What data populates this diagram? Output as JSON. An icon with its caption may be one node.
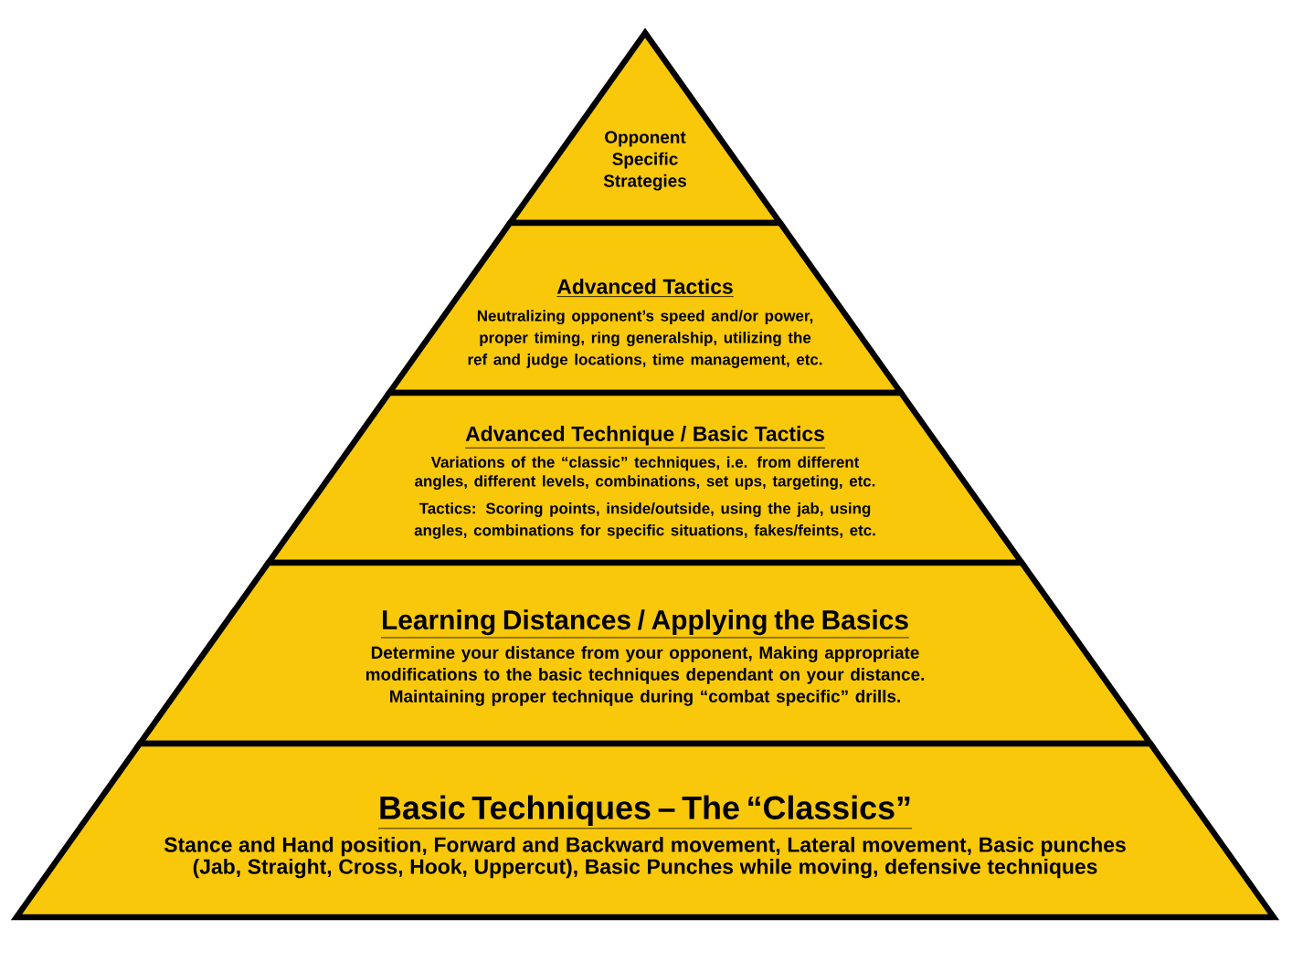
{
  "diagram": {
    "nodes": [
      {
        "text": [
          "Opponent Specific Strategies"
        ]
      },
      {
        "text": [
          "Advanced Tactics",
          "Neutralizing opponent’s speed and/or power, proper timing, ring generalship, utilizing the ref and judge locations, time management, etc."
        ]
      },
      {
        "text": [
          "Advanced Technique / Basic Tactics",
          "Variations of the “classic” techniques, i.e. from different angles, different levels, combinations, set ups, targeting, etc.",
          "Tactics: Scoring points, inside/outside,  using the jab, using angles, combinations for specific situations,  fakes/feints, etc."
        ]
      },
      {
        "text": [
          "Learning Distances / Applying the Basics",
          "Determine your distance from your opponent, Making appropriate modifications to the basic techniques dependant on your distance. Maintaining proper technique during “combat specific” drills."
        ]
      },
      {
        "text": [
          "Basic Techniques – The “Classics”",
          "Stance and Hand position, Forward and Backward movement, Lateral movement, Basic punches (Jab, Straight, Cross, Hook, Uppercut), Basic Punches while moving, defensive techniques"
        ]
      }
    ]
  }
}
